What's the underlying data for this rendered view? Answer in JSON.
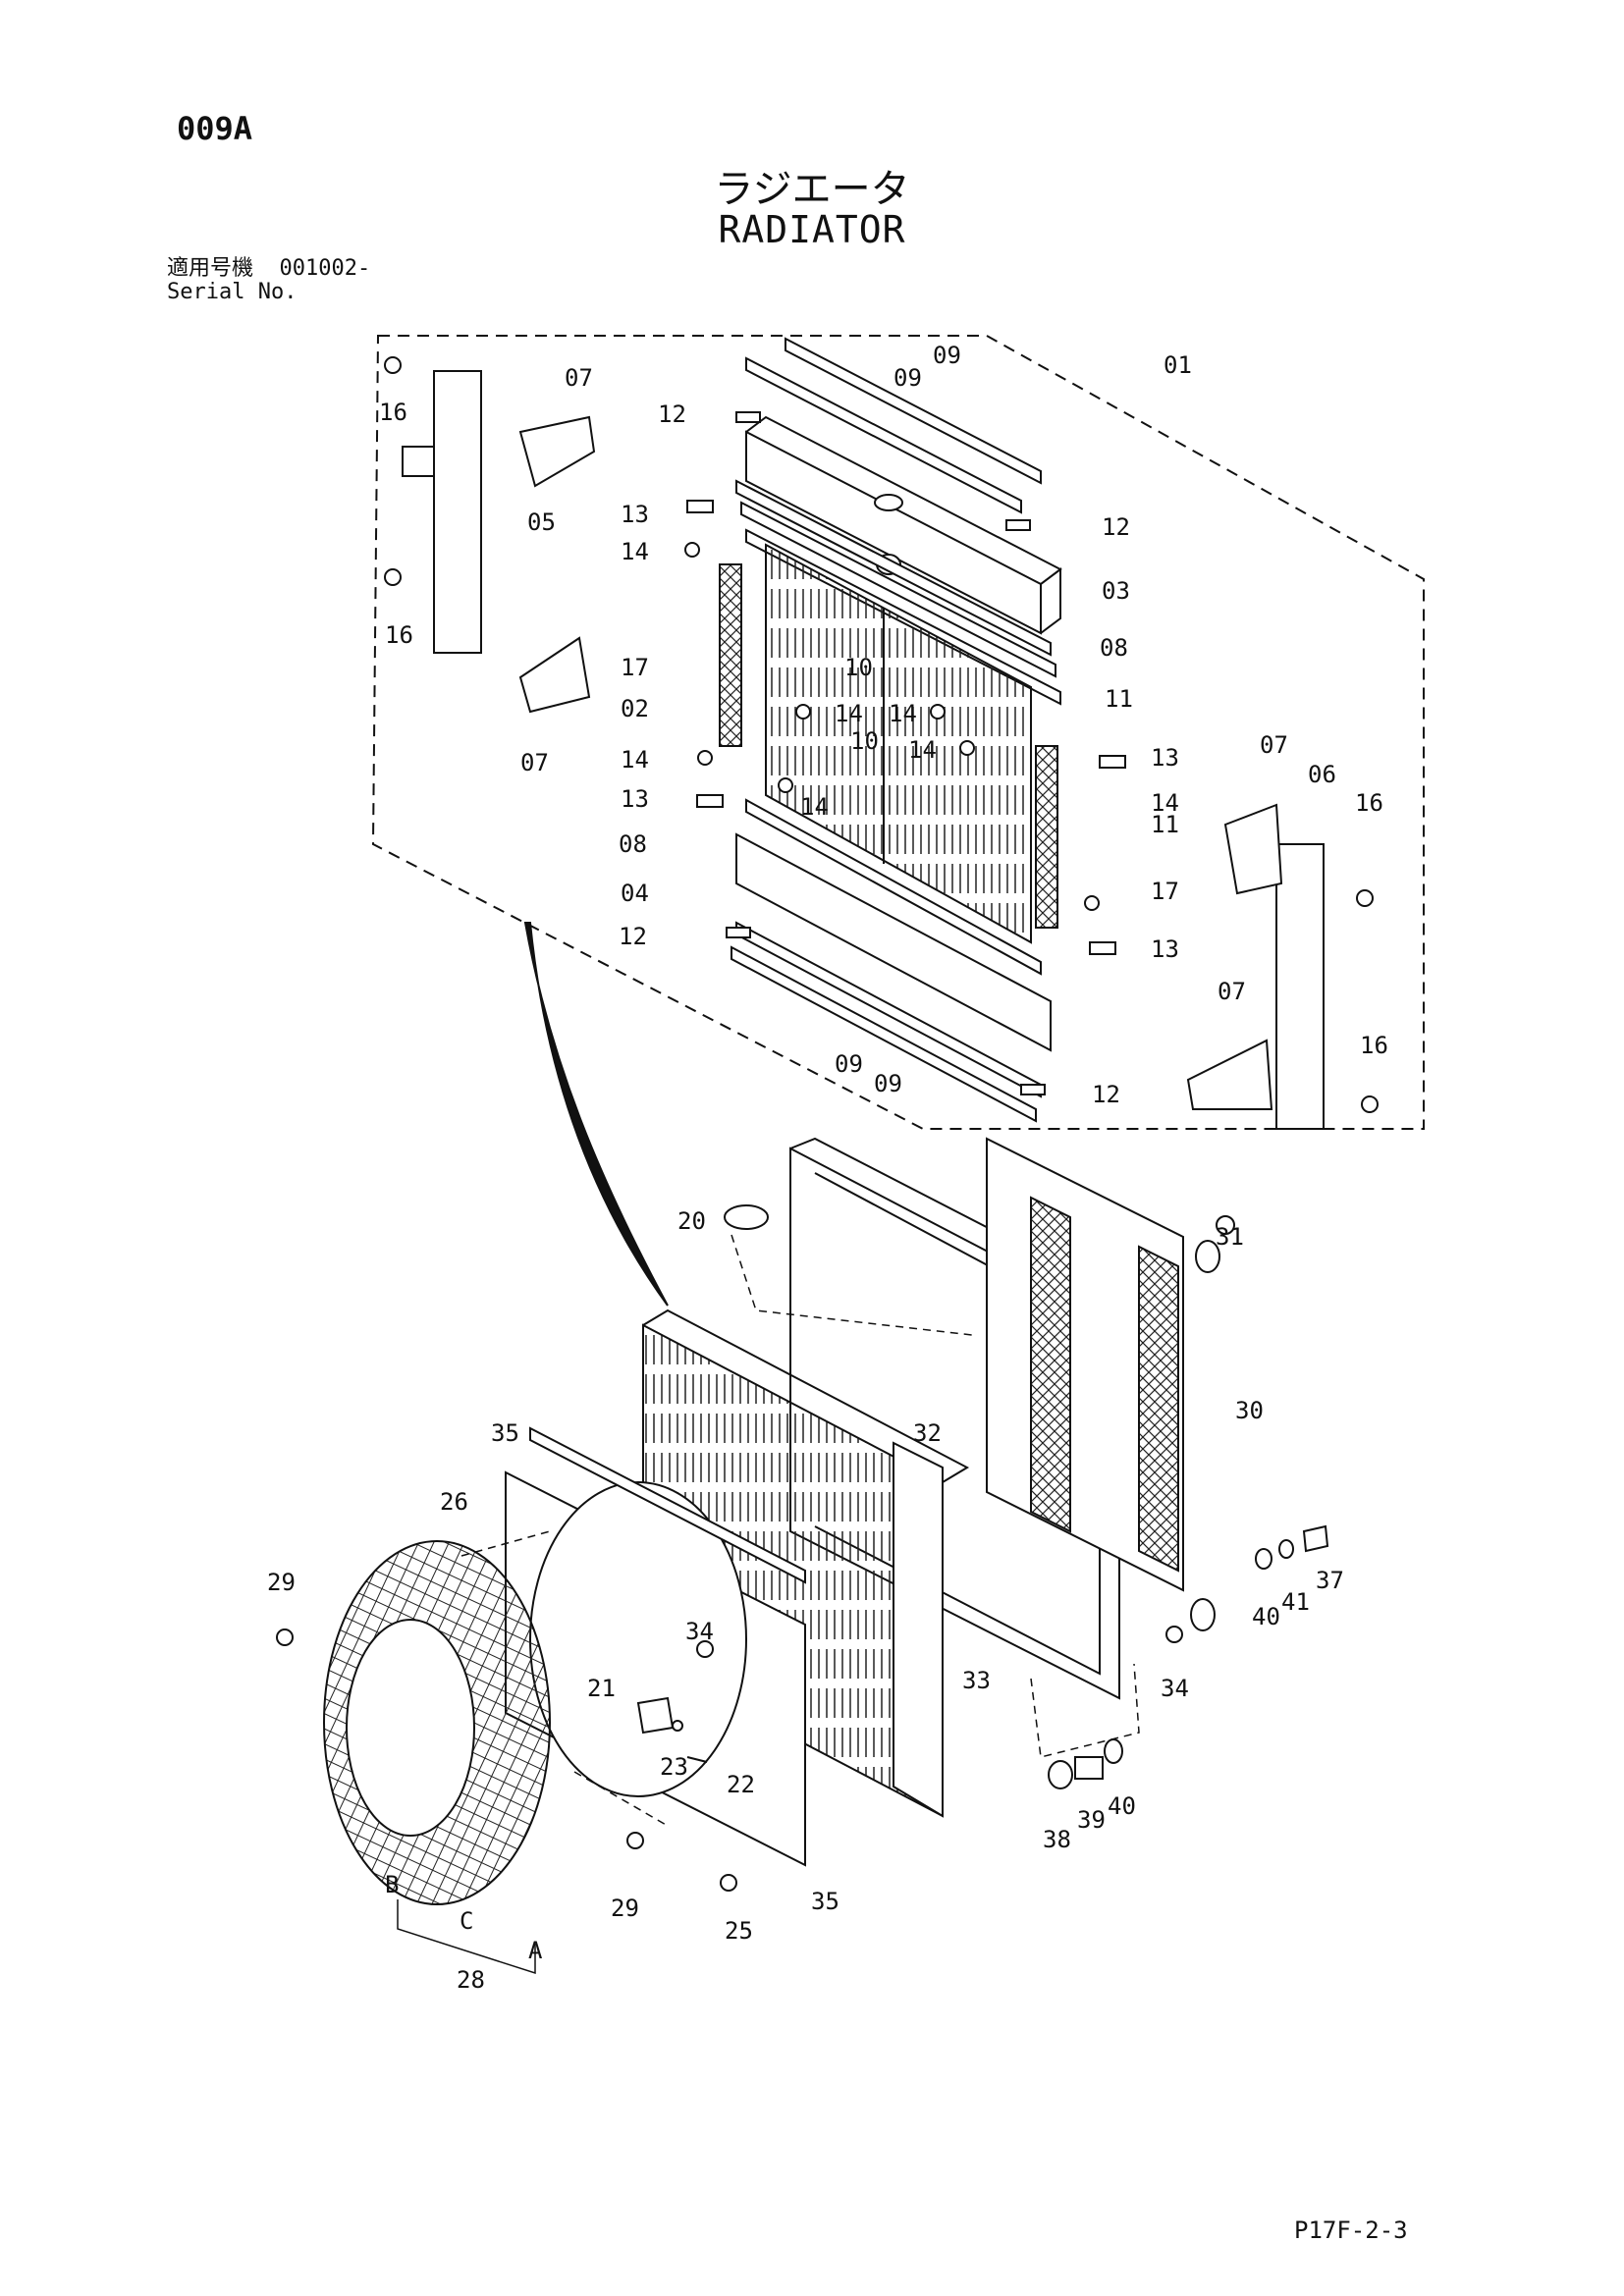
{
  "page_code": "009A",
  "title_jp": "ラジエータ",
  "title_en": "RADIATOR",
  "serial": {
    "label_jp": "適用号機",
    "label_en": "Serial No.",
    "value": "001002-"
  },
  "footer_code": "P17F-2-3",
  "callouts": [
    {
      "id": "c01",
      "text": "01"
    },
    {
      "id": "c02",
      "text": "02"
    },
    {
      "id": "c03",
      "text": "03"
    },
    {
      "id": "c04",
      "text": "04"
    },
    {
      "id": "c05",
      "text": "05"
    },
    {
      "id": "c06",
      "text": "06"
    },
    {
      "id": "c07a",
      "text": "07"
    },
    {
      "id": "c07b",
      "text": "07"
    },
    {
      "id": "c07c",
      "text": "07"
    },
    {
      "id": "c07d",
      "text": "07"
    },
    {
      "id": "c08a",
      "text": "08"
    },
    {
      "id": "c08b",
      "text": "08"
    },
    {
      "id": "c09a",
      "text": "09"
    },
    {
      "id": "c09b",
      "text": "09"
    },
    {
      "id": "c09c",
      "text": "09"
    },
    {
      "id": "c09d",
      "text": "09"
    },
    {
      "id": "c10a",
      "text": "10"
    },
    {
      "id": "c10b",
      "text": "10"
    },
    {
      "id": "c11a",
      "text": "11"
    },
    {
      "id": "c11b",
      "text": "11"
    },
    {
      "id": "c12a",
      "text": "12"
    },
    {
      "id": "c12b",
      "text": "12"
    },
    {
      "id": "c12c",
      "text": "12"
    },
    {
      "id": "c12d",
      "text": "12"
    },
    {
      "id": "c13a",
      "text": "13"
    },
    {
      "id": "c13b",
      "text": "13"
    },
    {
      "id": "c13c",
      "text": "13"
    },
    {
      "id": "c13d",
      "text": "13"
    },
    {
      "id": "c14a",
      "text": "14"
    },
    {
      "id": "c14b",
      "text": "14"
    },
    {
      "id": "c14c",
      "text": "14"
    },
    {
      "id": "c14d",
      "text": "14"
    },
    {
      "id": "c14e",
      "text": "14"
    },
    {
      "id": "c14f",
      "text": "14"
    },
    {
      "id": "c14g",
      "text": "14"
    },
    {
      "id": "c16a",
      "text": "16"
    },
    {
      "id": "c16b",
      "text": "16"
    },
    {
      "id": "c16c",
      "text": "16"
    },
    {
      "id": "c16d",
      "text": "16"
    },
    {
      "id": "c17a",
      "text": "17"
    },
    {
      "id": "c17b",
      "text": "17"
    },
    {
      "id": "c20",
      "text": "20"
    },
    {
      "id": "c21",
      "text": "21"
    },
    {
      "id": "c22",
      "text": "22"
    },
    {
      "id": "c23",
      "text": "23"
    },
    {
      "id": "c25",
      "text": "25"
    },
    {
      "id": "c26",
      "text": "26"
    },
    {
      "id": "c28",
      "text": "28"
    },
    {
      "id": "c29a",
      "text": "29"
    },
    {
      "id": "c29b",
      "text": "29"
    },
    {
      "id": "c30",
      "text": "30"
    },
    {
      "id": "c31",
      "text": "31"
    },
    {
      "id": "c32",
      "text": "32"
    },
    {
      "id": "c33",
      "text": "33"
    },
    {
      "id": "c34a",
      "text": "34"
    },
    {
      "id": "c34b",
      "text": "34"
    },
    {
      "id": "c35a",
      "text": "35"
    },
    {
      "id": "c35b",
      "text": "35"
    },
    {
      "id": "c37",
      "text": "37"
    },
    {
      "id": "c38",
      "text": "38"
    },
    {
      "id": "c39",
      "text": "39"
    },
    {
      "id": "c40a",
      "text": "40"
    },
    {
      "id": "c40b",
      "text": "40"
    },
    {
      "id": "c41",
      "text": "41"
    },
    {
      "id": "cA",
      "text": "A"
    },
    {
      "id": "cB",
      "text": "B"
    },
    {
      "id": "cC",
      "text": "C"
    }
  ]
}
